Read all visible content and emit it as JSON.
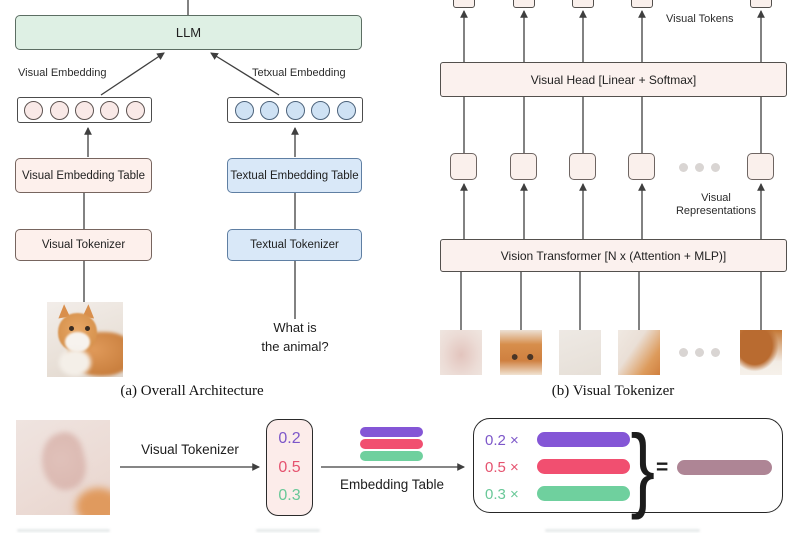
{
  "panel_a": {
    "caption": "(a) Overall Architecture",
    "llm_label": "LLM",
    "visual_embedding_label": "Visual Embedding",
    "textual_embedding_label": "Tetxual Embedding",
    "visual_embedding_table_label": "Visual Embedding Table",
    "textual_embedding_table_label": "Textual Embedding Table",
    "visual_tokenizer_label": "Visual Tokenizer",
    "textual_tokenizer_label": "Textual Tokenizer",
    "question_line1": "What is",
    "question_line2": "the animal?"
  },
  "panel_b": {
    "caption": "(b) Visual Tokenizer",
    "visual_tokens_label": "Visual Tokens",
    "visual_head_label": "Visual Head [Linear + Softmax]",
    "visual_representations_line1": "Visual",
    "visual_representations_line2": "Representations",
    "vision_transformer_label": "Vision Transformer [N x (Attention + MLP)]"
  },
  "panel_c": {
    "visual_tokenizer_arrow_label": "Visual Tokenizer",
    "embedding_table_arrow_label": "Embedding Table",
    "probabilities": [
      "0.2",
      "0.5",
      "0.3"
    ],
    "weighted_terms": [
      "0.2 ×",
      "0.5 ×",
      "0.3 ×"
    ],
    "brace_glyph": "}",
    "equals_sign": "="
  },
  "colors": {
    "purple_accent": "#8456d6",
    "red_accent": "#f14f70",
    "green_accent": "#6fd09e",
    "mauve_result": "#ae8595",
    "llm_box_green": "#def0e4",
    "visual_box_pink": "#fdf0ec",
    "textual_box_blue": "#d9e8f8"
  }
}
